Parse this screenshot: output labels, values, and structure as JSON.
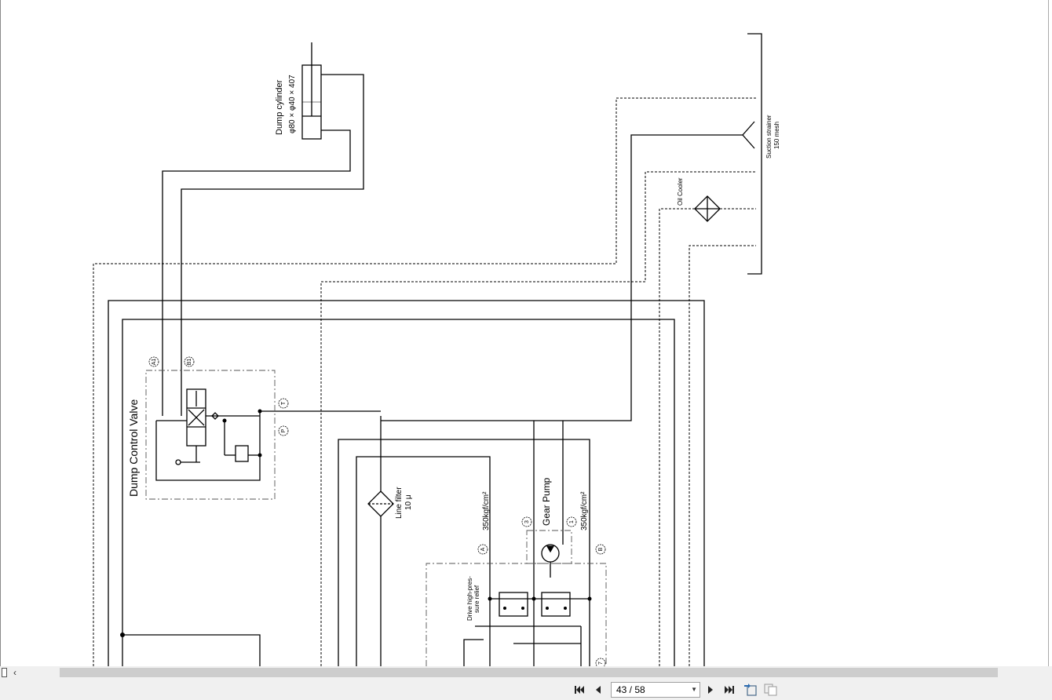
{
  "diagram": {
    "dump_cylinder": {
      "name": "Dump cylinder",
      "spec": "φ80 × φ40 × 407"
    },
    "suction_strainer": {
      "name": "Suction strainer",
      "spec": "150 mesh"
    },
    "oil_cooler": "Oil Cooler",
    "dump_control_valve": "Dump Control Valve",
    "line_filter": {
      "name": "Line filter",
      "spec": "10 μ"
    },
    "gear_pump": "Gear Pump",
    "pressure_left": "350kgf/cm²",
    "pressure_right": "350kgf/cm²",
    "relief_label_1": "Drive high-pres-",
    "relief_label_2": "sure relief",
    "port_labels": {
      "a1": "A1",
      "b1": "B1",
      "t": "T",
      "p": "P",
      "three": "3",
      "one": "1",
      "a": "A",
      "b": "B",
      "seven": "7"
    }
  },
  "viewer": {
    "page_indicator": "43 / 58",
    "buttons": [
      "first-page",
      "previous-page",
      "next-page",
      "last-page",
      "fit-page",
      "two-page"
    ]
  }
}
